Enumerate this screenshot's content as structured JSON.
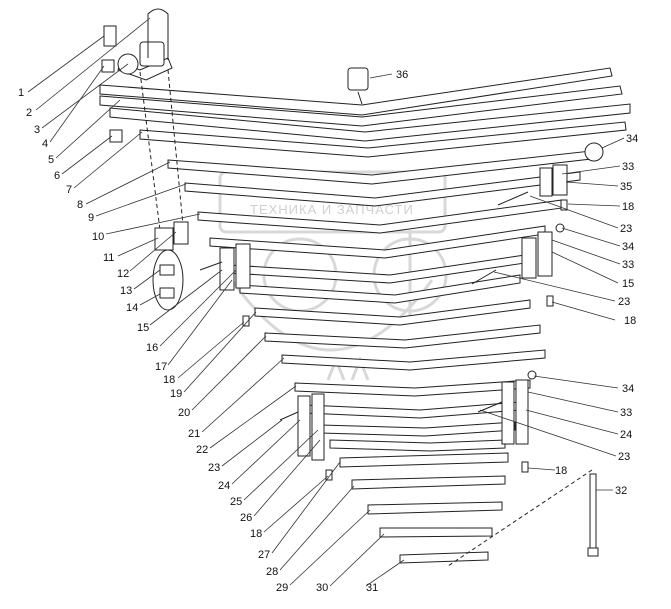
{
  "diagram": {
    "watermark": {
      "text": "ТЕХНИКА И ЗАПЧАСТИ"
    },
    "part_labels": {
      "l1": "1",
      "l2": "2",
      "l3": "3",
      "l4": "4",
      "l5": "5",
      "l6": "6",
      "l7": "7",
      "l8": "8",
      "l9": "9",
      "l10": "10",
      "l11": "11",
      "l12": "12",
      "l13": "13",
      "l14": "14",
      "l15a": "15",
      "l15b": "15",
      "l16": "16",
      "l17": "17",
      "l18a": "18",
      "l18b": "18",
      "l18c": "18",
      "l18d": "18",
      "l18e": "18",
      "l19": "19",
      "l20": "20",
      "l21": "21",
      "l22": "22",
      "l23a": "23",
      "l23b": "23",
      "l23c": "23",
      "l23d": "23",
      "l24a": "24",
      "l24b": "24",
      "l25": "25",
      "l26": "26",
      "l27": "27",
      "l28": "28",
      "l29": "29",
      "l30": "30",
      "l31": "31",
      "l32": "32",
      "l33a": "33",
      "l33b": "33",
      "l33c": "33",
      "l34a": "34",
      "l34b": "34",
      "l34c": "34",
      "l35": "35",
      "l36": "36"
    }
  }
}
